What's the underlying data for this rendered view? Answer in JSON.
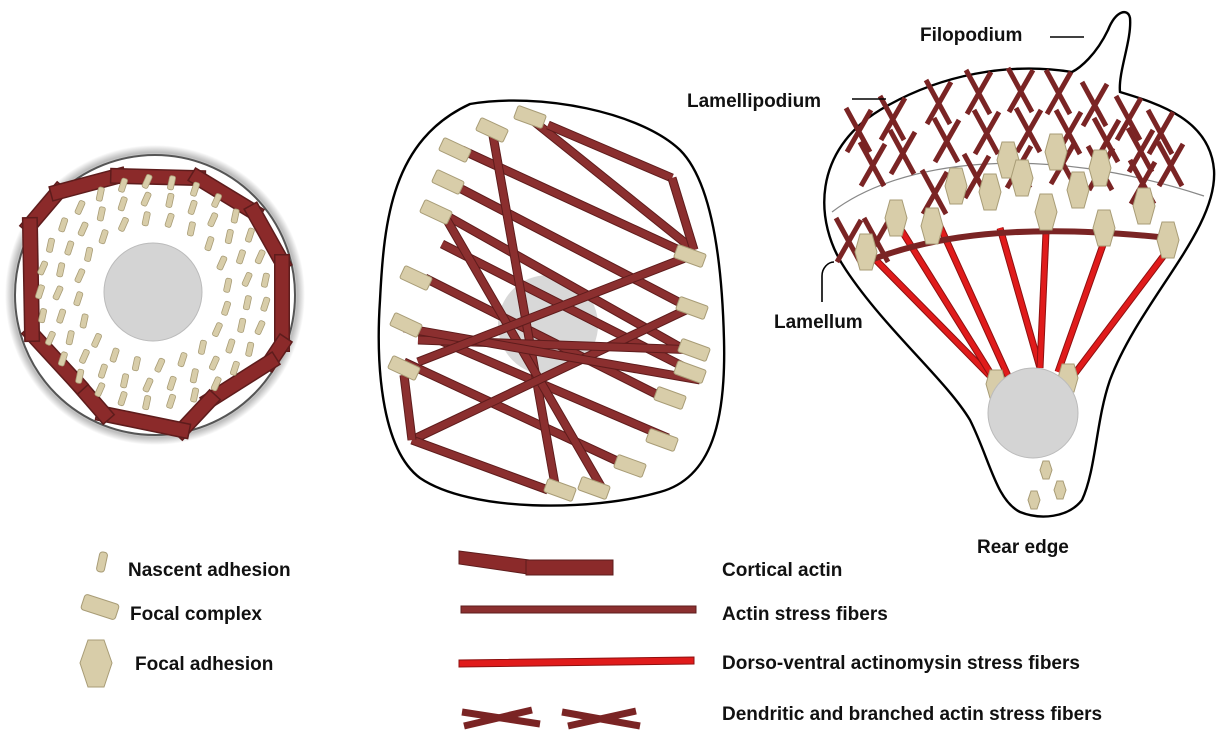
{
  "colors": {
    "cortical_actin": "#8b2a2a",
    "stress_fiber": "#8b2f2f",
    "dorso_ventral": "#e01b1b",
    "adhesion": "#d8cda9",
    "adhesion_stroke": "#a89c76",
    "nucleus": "#d4d4d4"
  },
  "panels": {
    "right": {
      "filopodium": "Filopodium",
      "lamellipodium": "Lamellipodium",
      "lamellum": "Lamellum",
      "rear_edge": "Rear edge"
    }
  },
  "legend": {
    "left": [
      {
        "icon": "nascent-adhesion-icon",
        "label": "Nascent adhesion"
      },
      {
        "icon": "focal-complex-icon",
        "label": "Focal complex"
      },
      {
        "icon": "focal-adhesion-icon",
        "label": "Focal adhesion"
      }
    ],
    "right": [
      {
        "icon": "cortical-actin-icon",
        "label": "Cortical actin"
      },
      {
        "icon": "actin-stress-fiber-icon",
        "label": "Actin stress fibers"
      },
      {
        "icon": "dorso-ventral-fiber-icon",
        "label": "Dorso-ventral actinomysin stress fibers"
      },
      {
        "icon": "dendritic-actin-icon",
        "label": "Dendritic and branched actin stress fibers"
      }
    ]
  }
}
